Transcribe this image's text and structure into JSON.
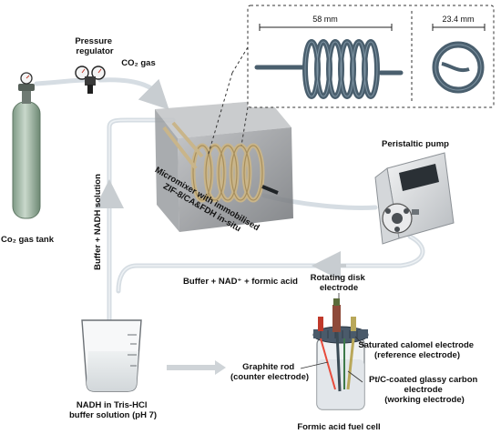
{
  "labels": {
    "pressure_regulator": "Pressure\nregulator",
    "co2_gas": "CO₂ gas",
    "co2_gas_tank": "Co₂ gas tank",
    "dimension_length": "58 mm",
    "dimension_diameter": "23.4 mm",
    "peristaltic_pump": "Peristaltic pump",
    "micromixer": "Micromixer with immobilised\nZIF-8/CA&FDH in-situ",
    "buffer_nadh": "Buffer + NADH solution",
    "buffer_nad_formic": "Buffer + NAD⁺ + formic acid",
    "rotating_disk": "Rotating disk\nelectrode",
    "calomel": "Saturated calomel electrode\n(reference electrode)",
    "graphite": "Graphite rod\n(counter electrode)",
    "ptc": "Pt/C-coated glassy carbon\nelectrode\n(working electrode)",
    "beaker_caption": "NADH in Tris-HCl\nbuffer solution (pH 7)",
    "fuel_cell_caption": "Formic acid fuel cell"
  },
  "colors": {
    "coil": "#4a5f6e",
    "tubing": "#d6dde3",
    "gas_tank": "#9db3a0",
    "box": "#8f9296",
    "dashed": "#333333"
  }
}
